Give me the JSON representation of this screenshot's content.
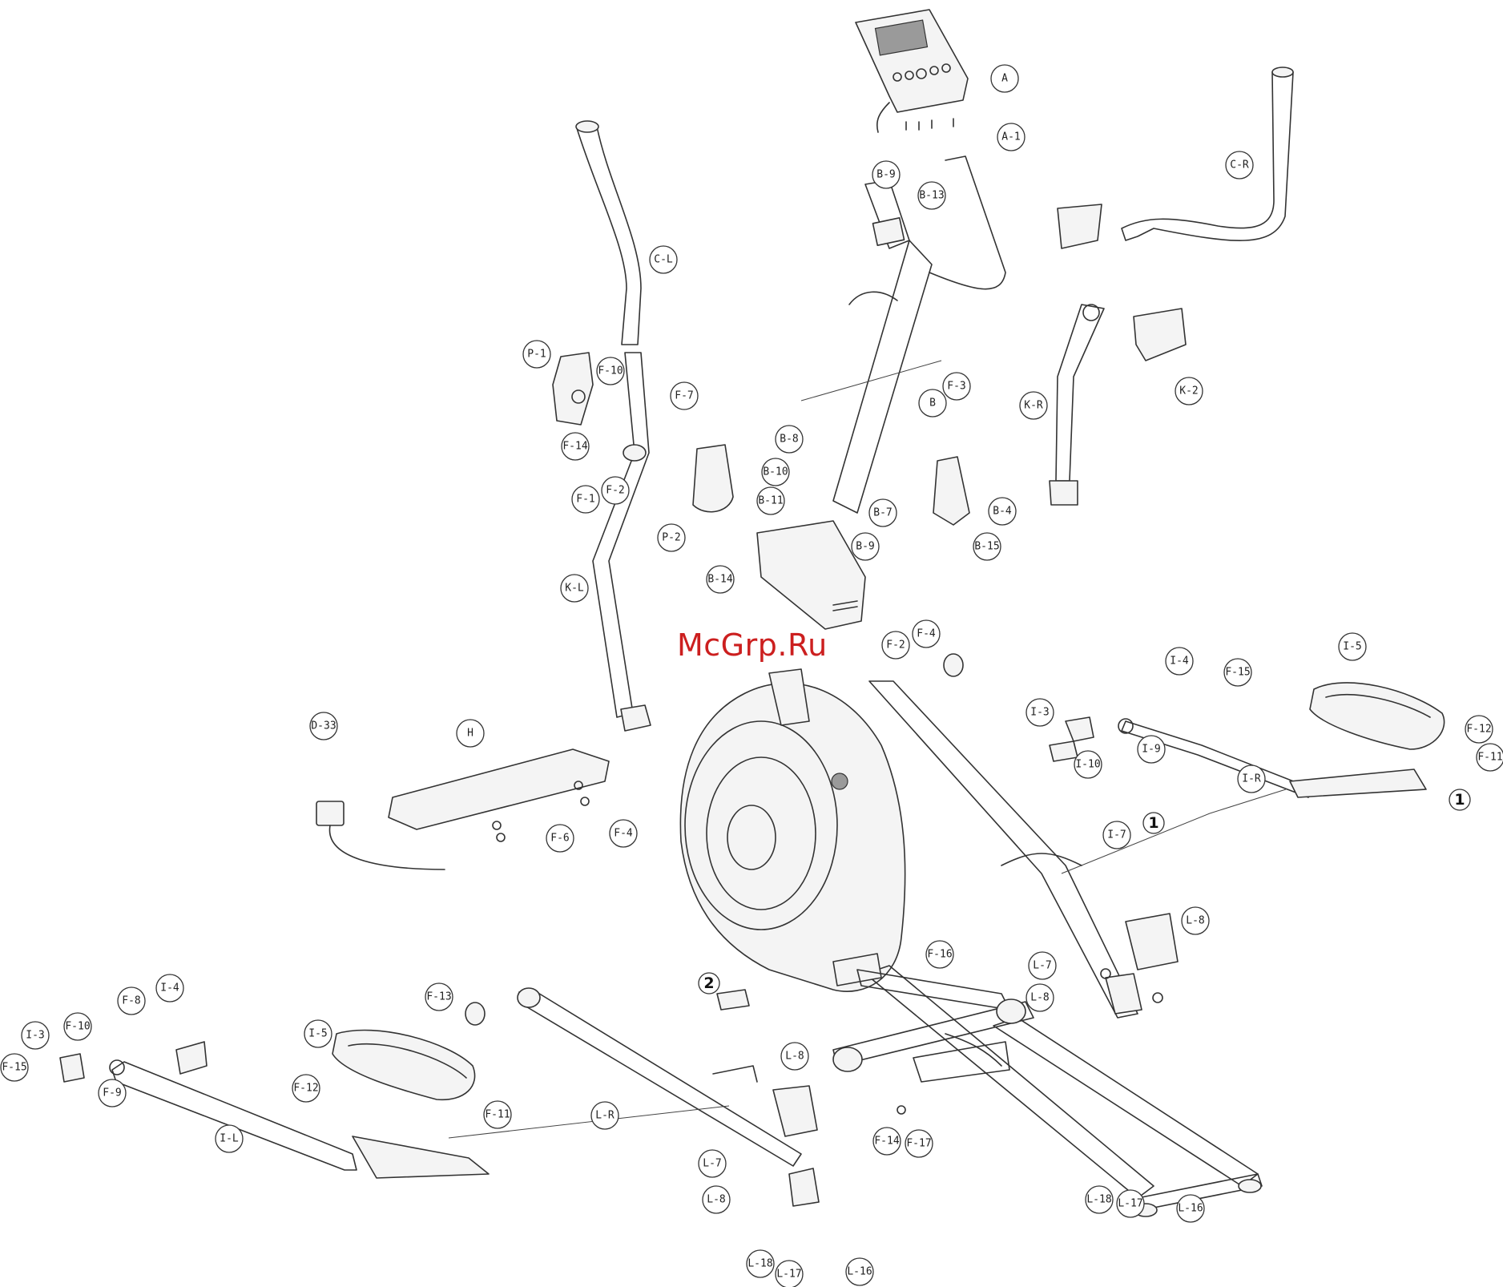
{
  "watermark": "McGrp.Ru",
  "colors": {
    "watermark": "#cc1f1f",
    "line": "#333333",
    "background": "#ffffff"
  },
  "assembly_markers": [
    "1",
    "1",
    "2"
  ],
  "callouts": [
    "A",
    "A-1",
    "C-R",
    "C-L",
    "B-9",
    "B-13",
    "P-1",
    "F-10",
    "F-7",
    "F-14",
    "F-1",
    "F-2",
    "F-3",
    "B",
    "K-R",
    "K-2",
    "B-8",
    "B-10",
    "B-11",
    "B-7",
    "B-4",
    "B-15",
    "P-2",
    "B-9",
    "B-14",
    "K-L",
    "F-2",
    "F-4",
    "I-4",
    "F-15",
    "I-5",
    "I-3",
    "F-12",
    "F-11",
    "I-R",
    "I-9",
    "I-10",
    "I-7",
    "D-33",
    "H",
    "F-6",
    "F-4",
    "L-8",
    "L-7",
    "L-8",
    "F-16",
    "F-13",
    "I-4",
    "F-8",
    "I-3",
    "F-10",
    "F-15",
    "F-9",
    "I-5",
    "F-12",
    "F-11",
    "I-L",
    "L-R",
    "L-8",
    "L-7",
    "L-8",
    "L-18",
    "L-17",
    "L-16",
    "F-14",
    "F-17",
    "L-18",
    "L-17",
    "L-16"
  ]
}
